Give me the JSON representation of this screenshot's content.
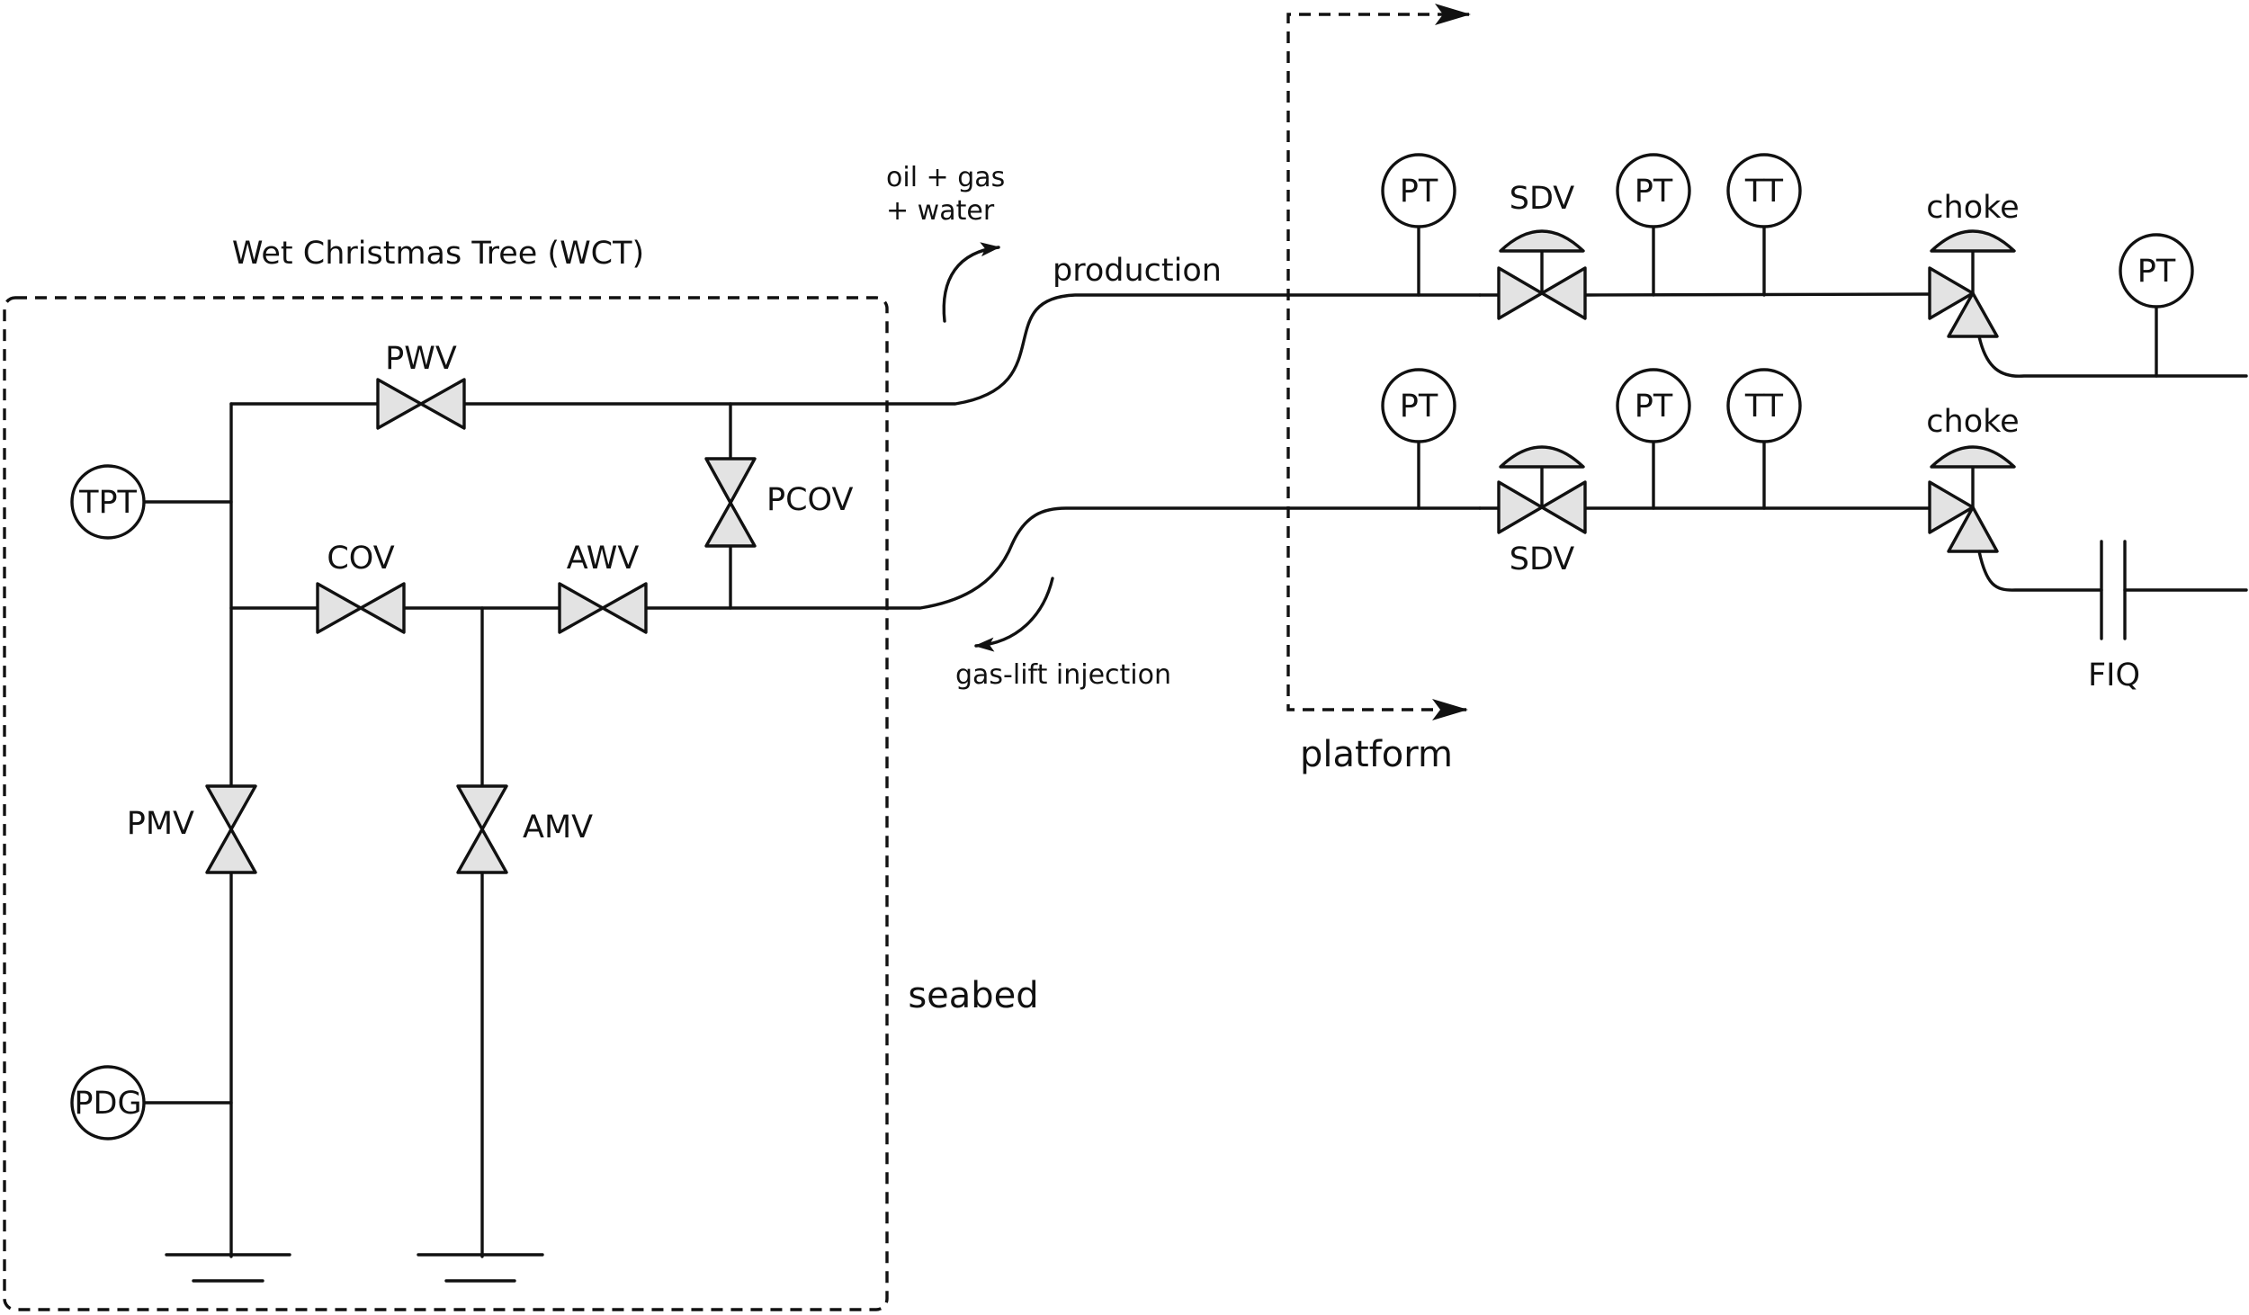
{
  "diagram": {
    "wct_label": "Wet Christmas Tree (WCT)",
    "seabed_label": "seabed",
    "platform_label": "platform",
    "production_label": "production",
    "flow_label_line1": "oil + gas",
    "flow_label_line2": "+ water",
    "gaslift_label": "gas-lift injection",
    "valves": {
      "pwv": "PWV",
      "pcov": "PCOV",
      "cov": "COV",
      "awv": "AWV",
      "pmv": "PMV",
      "amv": "AMV",
      "sdv_top": "SDV",
      "sdv_bottom": "SDV",
      "choke_top": "choke",
      "choke_bottom": "choke"
    },
    "instruments": {
      "tpt": "TPT",
      "pdg": "PDG",
      "pt_top_1": "PT",
      "pt_top_2": "PT",
      "tt_top": "TT",
      "pt_top_3": "PT",
      "pt_bottom_1": "PT",
      "pt_bottom_2": "PT",
      "tt_bottom": "TT"
    },
    "fiq_label": "FIQ"
  }
}
